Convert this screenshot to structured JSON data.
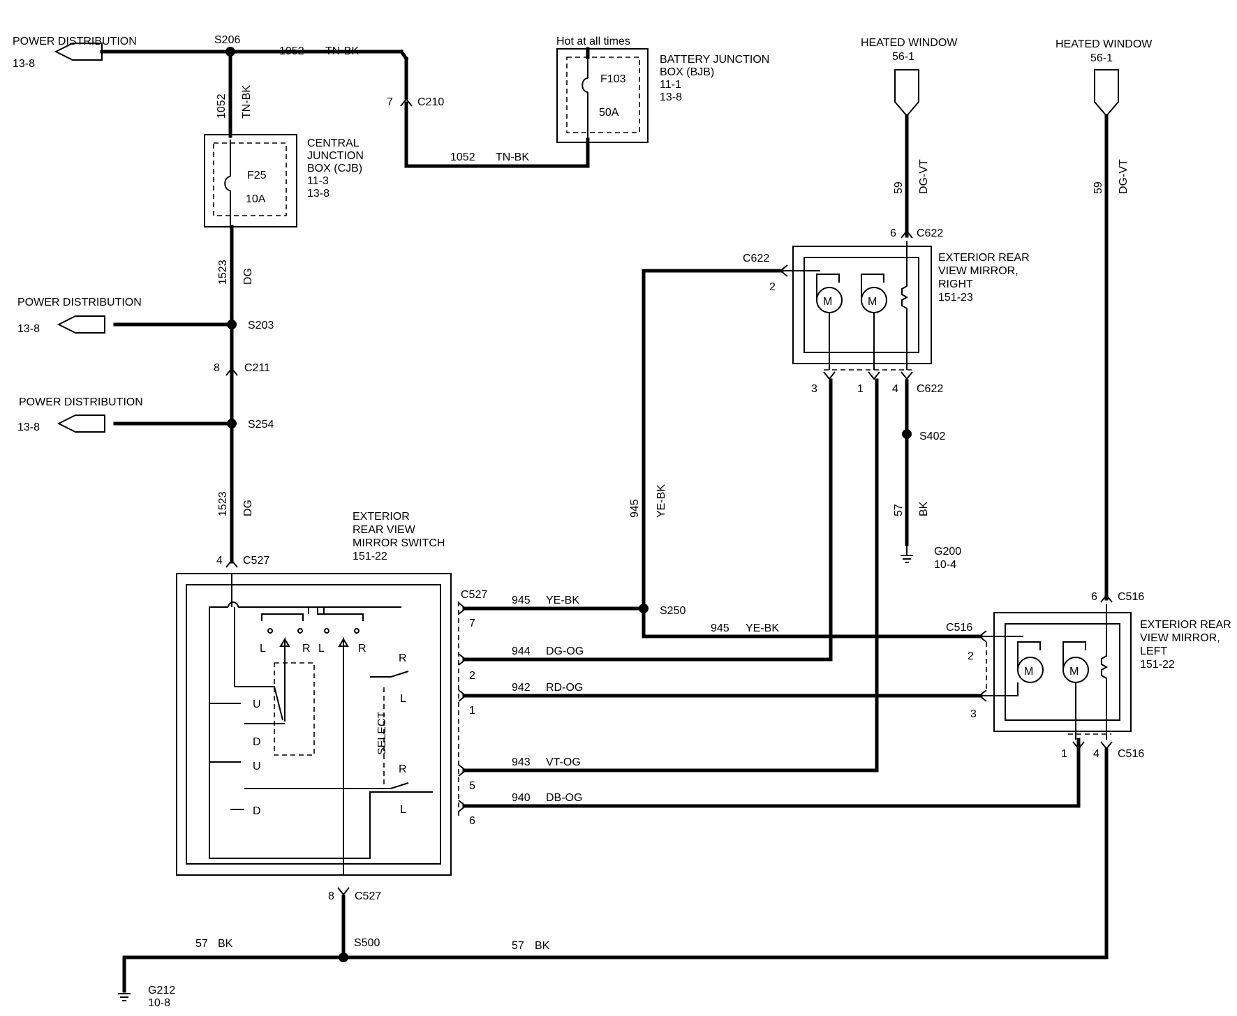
{
  "power_distribution": [
    {
      "label": "POWER DISTRIBUTION",
      "ref": "13-8"
    },
    {
      "label": "POWER DISTRIBUTION",
      "ref": "13-8"
    },
    {
      "label": "POWER DISTRIBUTION",
      "ref": "13-8"
    }
  ],
  "heated_window": [
    {
      "label": "HEATED WINDOW",
      "ref": "56-1"
    },
    {
      "label": "HEATED WINDOW",
      "ref": "56-1"
    }
  ],
  "splices": {
    "s206": "S206",
    "s203": "S203",
    "s254": "S254",
    "s250": "S250",
    "s402": "S402",
    "s500": "S500"
  },
  "connectors": {
    "c210": "C210",
    "c210_pin": "7",
    "c211": "C211",
    "c211_pin": "8",
    "c527": "C527",
    "c527_pin4": "4",
    "c527_pin8": "8",
    "c527_pins": [
      "7",
      "2",
      "1",
      "5",
      "6"
    ],
    "c622": "C622",
    "c622_pin6": "6",
    "c622_pin2": "2",
    "c622_pin3": "3",
    "c622_pin1": "1",
    "c622_pin4": "4",
    "c516": "C516",
    "c516_pin6": "6",
    "c516_pin2": "2",
    "c516_pin3": "3",
    "c516_pin1": "1",
    "c516_pin4": "4"
  },
  "bjb": {
    "hot": "Hot at all times",
    "fuse": "F103",
    "rating": "50A",
    "title": "BATTERY  JUNCTION",
    "title2": "BOX (BJB)",
    "ref1": "11-1",
    "ref2": "13-8"
  },
  "cjb": {
    "fuse": "F25",
    "rating": "10A",
    "title": "CENTRAL",
    "title2": "JUNCTION",
    "title3": "BOX (CJB)",
    "ref1": "11-3",
    "ref2": "13-8"
  },
  "switch": {
    "title": [
      "EXTERIOR",
      "REAR VIEW",
      "MIRROR SWITCH",
      "151-22"
    ],
    "select": "SELECT",
    "letters": {
      "L": "L",
      "R": "R",
      "U": "U",
      "D": "D"
    }
  },
  "mirror_right": {
    "title": [
      "EXTERIOR REAR",
      "VIEW MIRROR,",
      "RIGHT",
      "151-23"
    ]
  },
  "mirror_left": {
    "title": [
      "EXTERIOR REAR",
      "VIEW MIRROR,",
      "LEFT",
      "151-22"
    ]
  },
  "motor": "M",
  "grounds": {
    "g200": "G200",
    "g200_ref": "10-4",
    "g212": "G212",
    "g212_ref": "10-8"
  },
  "wires": {
    "w1052": "1052",
    "tnbk": "TN-BK",
    "w1523": "1523",
    "dg": "DG",
    "w945": "945",
    "yebk": "YE-BK",
    "w944": "944",
    "dgog": "DG-OG",
    "w942": "942",
    "rdog": "RD-OG",
    "w943": "943",
    "vtog": "VT-OG",
    "w940": "940",
    "dbog": "DB-OG",
    "w57": "57",
    "bk": "BK",
    "w59": "59",
    "dgvt": "DG-VT"
  }
}
